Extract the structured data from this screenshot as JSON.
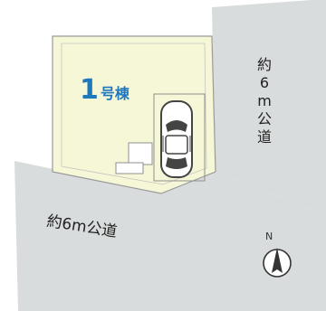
{
  "plot": {
    "lot_number": "1",
    "lot_suffix": "号棟"
  },
  "roads": {
    "east_chars": [
      "約",
      "6",
      "m",
      "公",
      "道"
    ],
    "south_label": "約6m公道"
  },
  "compass": {
    "letter": "N"
  },
  "colors": {
    "road": "#d9dcdc",
    "lot": "#f6f7d7",
    "lot_border": "#9a9a9a",
    "accent": "#1e78be"
  }
}
